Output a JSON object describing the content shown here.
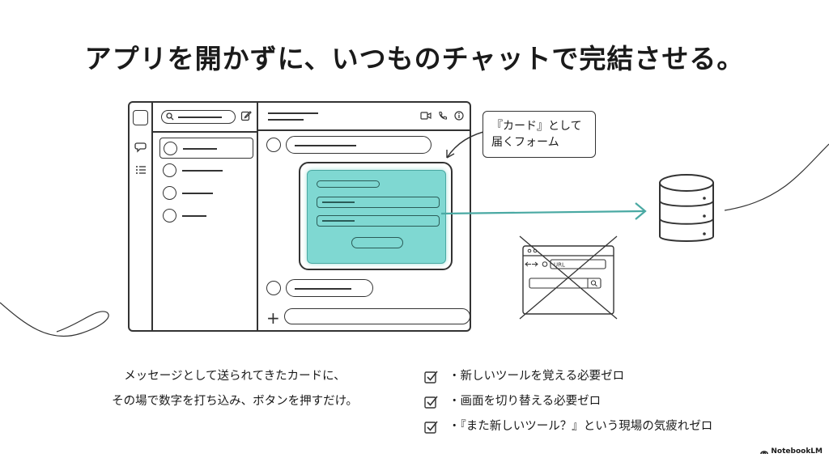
{
  "title": "アプリを開かずに、いつものチャットで完結させる。",
  "callout": {
    "line1": "『カード』として",
    "line2": "届くフォーム"
  },
  "browser": {
    "url_text": "URL"
  },
  "description": {
    "line1": "メッセージとして送られてきたカードに、",
    "line2": "その場で数字を打ち込み、ボタンを押すだけ。"
  },
  "benefits": [
    "・新しいツールを覚える必要ゼロ",
    "・画面を切り替える必要ゼロ",
    "・『また新しいツール？』という現場の気疲れゼロ"
  ],
  "brand": "NotebookLM",
  "colors": {
    "accent": "#7fd8d2",
    "arrow": "#4aa9a3",
    "ink": "#333333"
  },
  "icons": [
    "search-icon",
    "edit-icon",
    "chat-icon",
    "list-icon",
    "video-icon",
    "phone-icon",
    "info-icon",
    "database-icon",
    "check-icon",
    "notebooklm-logo"
  ]
}
